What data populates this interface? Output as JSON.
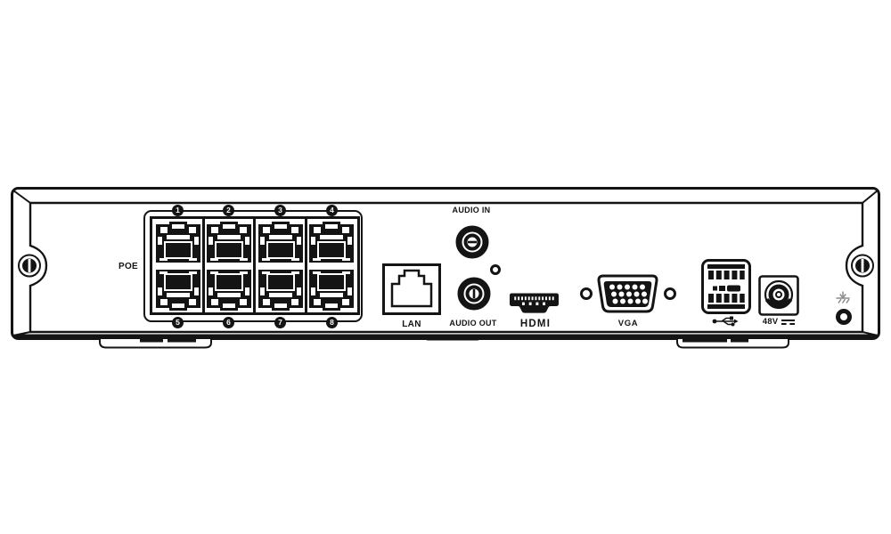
{
  "title": "NVR rear panel line diagram",
  "poe": {
    "label": "POE",
    "ports": [
      "1",
      "2",
      "3",
      "4",
      "5",
      "6",
      "7",
      "8"
    ]
  },
  "labels": {
    "lan": "LAN",
    "audio_in": "AUDIO IN",
    "audio_out": "AUDIO OUT",
    "hdmi": "HDMI",
    "vga": "VGA",
    "power": "48V"
  },
  "icons": {
    "usb": "usb-trident-icon",
    "dc": "dc-current-symbol",
    "ground": "earth-ground-icon",
    "screw": "slotted-screw-icon"
  },
  "colors": {
    "line": "#141414",
    "background": "#ffffff"
  }
}
